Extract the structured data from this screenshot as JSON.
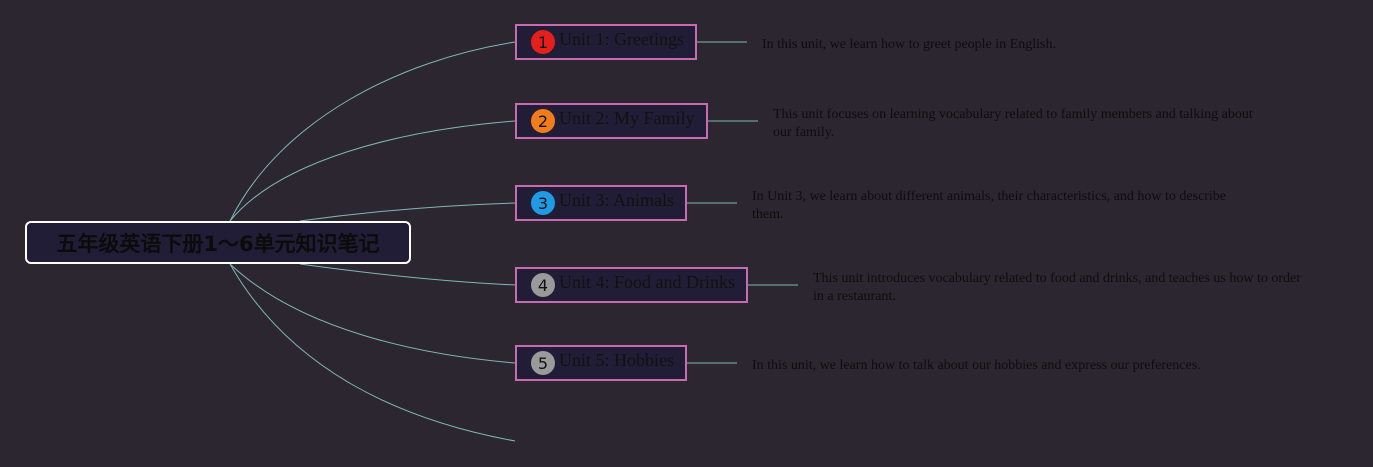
{
  "root": {
    "title": "五年级英语下册1〜6单元知识笔记"
  },
  "colors": {
    "background": "#2b2630",
    "node_fill": "#221d36",
    "node_border": "#c86bb0",
    "root_border": "#ffffff",
    "connector": "#7fb8b0"
  },
  "units": [
    {
      "number": "1",
      "badge_color": "#e5201c",
      "label": "Unit 1: Greetings",
      "description": "In this unit, we learn how to greet people in English."
    },
    {
      "number": "2",
      "badge_color": "#f07d1c",
      "label": "Unit 2: My Family",
      "description": "This unit focuses on learning vocabulary related to family members and talking about our family."
    },
    {
      "number": "3",
      "badge_color": "#1f9be6",
      "label": "Unit 3: Animals",
      "description": "In Unit 3, we learn about different animals, their characteristics, and how to describe them."
    },
    {
      "number": "4",
      "badge_color": "#9a9a9a",
      "label": "Unit 4: Food and Drinks",
      "description": "This unit introduces vocabulary related to food and drinks, and teaches us how to order in a restaurant."
    },
    {
      "number": "5",
      "badge_color": "#9a9a9a",
      "label": "Unit 5: Hobbies",
      "description": "In this unit, we learn how to talk about our hobbies and express our preferences."
    }
  ]
}
